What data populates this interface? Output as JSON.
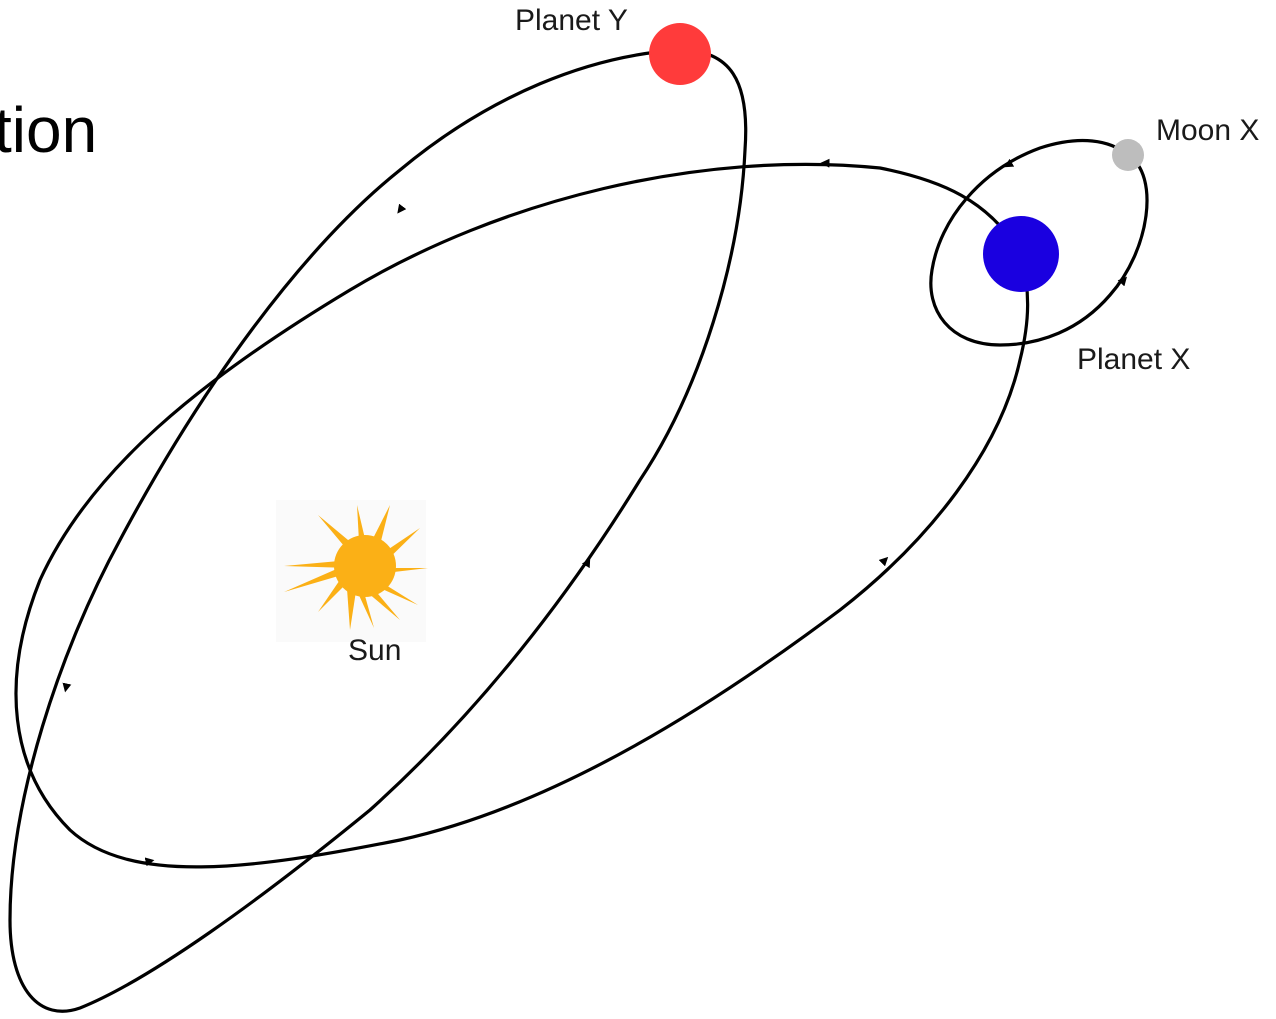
{
  "heading_fragment": "tion",
  "labels": {
    "planet_y": "Planet Y",
    "moon_x": "Moon X",
    "planet_x": "Planet X",
    "sun": "Sun"
  },
  "colors": {
    "planet_y": "#ff3b3b",
    "planet_x": "#1a00e0",
    "moon_x": "#bdbdbd",
    "sun": "#fbb016",
    "orbit_line": "#000000"
  },
  "bodies": [
    "sun",
    "planet-x",
    "planet-y",
    "moon-x"
  ],
  "orbits": [
    {
      "name": "planet-x-orbit",
      "around": "Sun"
    },
    {
      "name": "planet-y-orbit",
      "around": "Sun"
    },
    {
      "name": "moon-x-orbit",
      "around": "Planet X"
    }
  ]
}
